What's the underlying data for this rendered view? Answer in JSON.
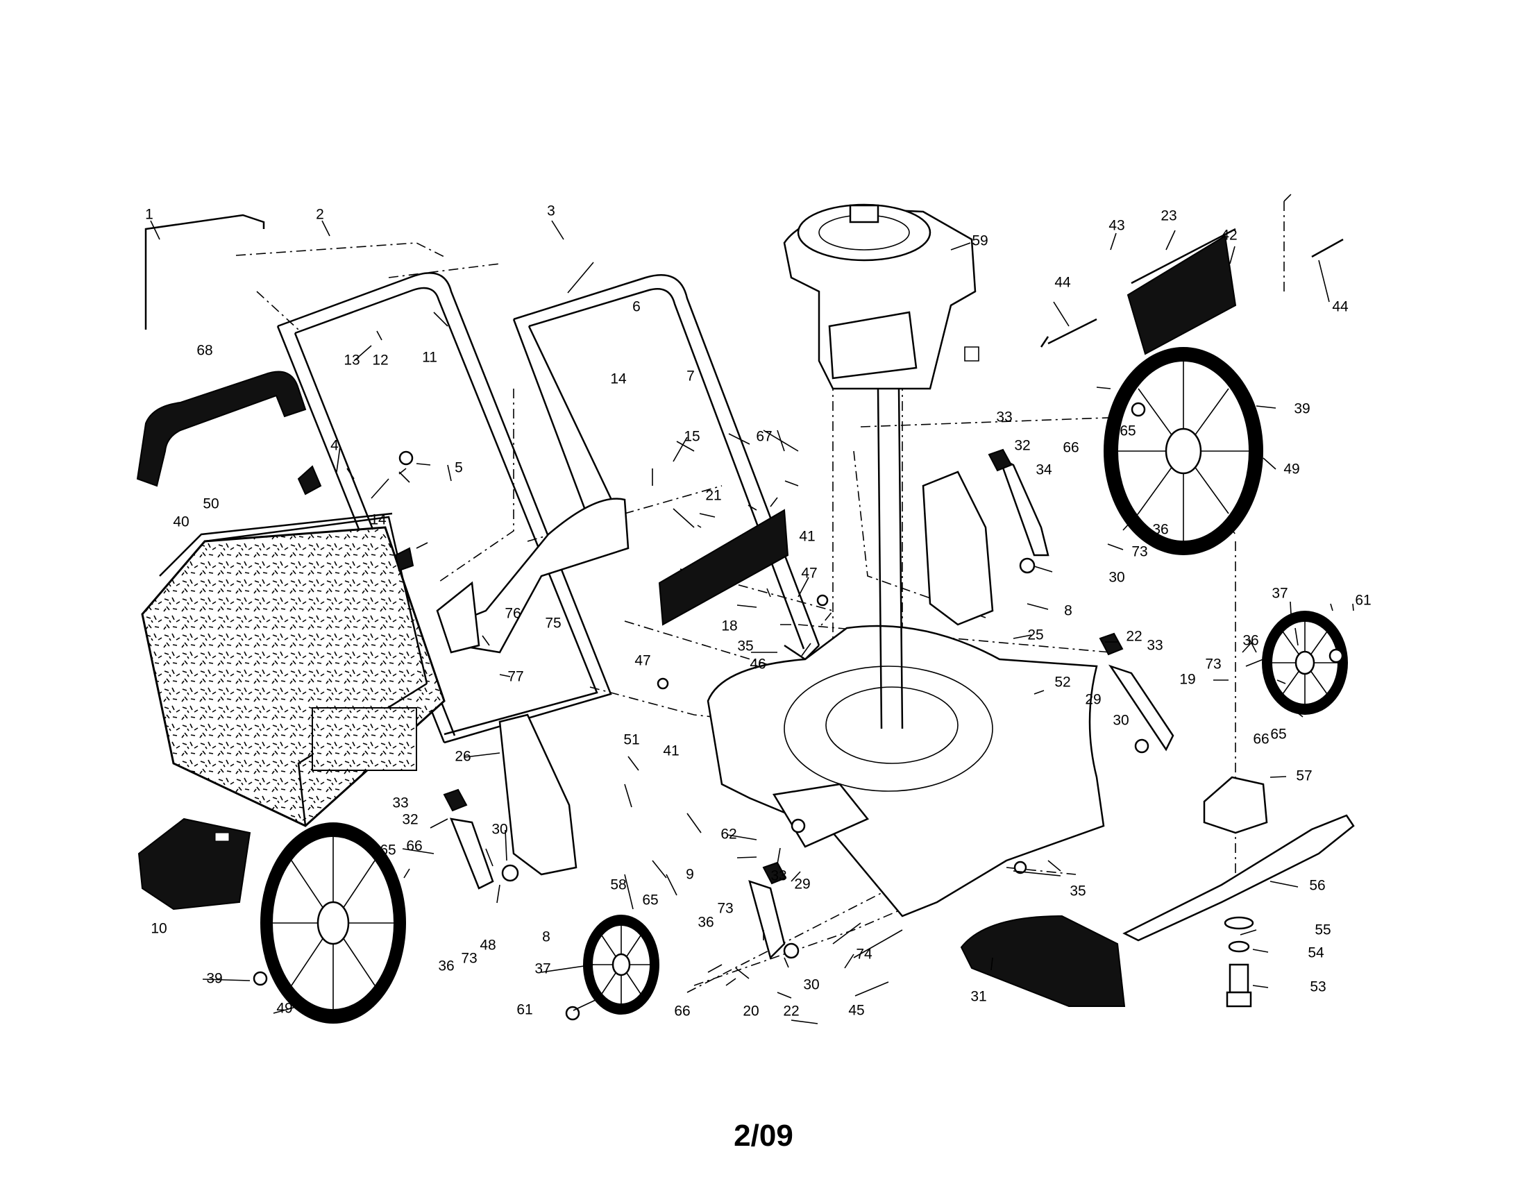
{
  "footer": {
    "date_code": "2/09"
  },
  "callouts": [
    {
      "id": "1",
      "text": "1"
    },
    {
      "id": "2",
      "text": "2"
    },
    {
      "id": "3",
      "text": "3"
    },
    {
      "id": "4",
      "text": "4"
    },
    {
      "id": "5",
      "text": "5"
    },
    {
      "id": "6",
      "text": "6"
    },
    {
      "id": "7",
      "text": "7"
    },
    {
      "id": "8a",
      "text": "8"
    },
    {
      "id": "8b",
      "text": "8"
    },
    {
      "id": "9",
      "text": "9"
    },
    {
      "id": "10",
      "text": "10"
    },
    {
      "id": "11",
      "text": "11"
    },
    {
      "id": "12",
      "text": "12"
    },
    {
      "id": "13",
      "text": "13"
    },
    {
      "id": "14a",
      "text": "14"
    },
    {
      "id": "14b",
      "text": "14"
    },
    {
      "id": "15",
      "text": "15"
    },
    {
      "id": "18",
      "text": "18"
    },
    {
      "id": "19",
      "text": "19"
    },
    {
      "id": "20",
      "text": "20"
    },
    {
      "id": "21",
      "text": "21"
    },
    {
      "id": "22a",
      "text": "22"
    },
    {
      "id": "22b",
      "text": "22"
    },
    {
      "id": "23",
      "text": "23"
    },
    {
      "id": "25",
      "text": "25"
    },
    {
      "id": "26",
      "text": "26"
    },
    {
      "id": "29a",
      "text": "29"
    },
    {
      "id": "29b",
      "text": "29"
    },
    {
      "id": "30a",
      "text": "30"
    },
    {
      "id": "30b",
      "text": "30"
    },
    {
      "id": "30c",
      "text": "30"
    },
    {
      "id": "30d",
      "text": "30"
    },
    {
      "id": "31",
      "text": "31"
    },
    {
      "id": "32a",
      "text": "32"
    },
    {
      "id": "32b",
      "text": "32"
    },
    {
      "id": "33a",
      "text": "33"
    },
    {
      "id": "33b",
      "text": "33"
    },
    {
      "id": "33c",
      "text": "33"
    },
    {
      "id": "33d",
      "text": "33"
    },
    {
      "id": "34",
      "text": "34"
    },
    {
      "id": "35a",
      "text": "35"
    },
    {
      "id": "35b",
      "text": "35"
    },
    {
      "id": "36a",
      "text": "36"
    },
    {
      "id": "36b",
      "text": "36"
    },
    {
      "id": "36c",
      "text": "36"
    },
    {
      "id": "36d",
      "text": "36"
    },
    {
      "id": "37a",
      "text": "37"
    },
    {
      "id": "37b",
      "text": "37"
    },
    {
      "id": "39a",
      "text": "39"
    },
    {
      "id": "39b",
      "text": "39"
    },
    {
      "id": "40",
      "text": "40"
    },
    {
      "id": "41a",
      "text": "41"
    },
    {
      "id": "41b",
      "text": "41"
    },
    {
      "id": "42",
      "text": "42"
    },
    {
      "id": "43",
      "text": "43"
    },
    {
      "id": "44a",
      "text": "44"
    },
    {
      "id": "44b",
      "text": "44"
    },
    {
      "id": "45",
      "text": "45"
    },
    {
      "id": "46",
      "text": "46"
    },
    {
      "id": "47a",
      "text": "47"
    },
    {
      "id": "47b",
      "text": "47"
    },
    {
      "id": "48",
      "text": "48"
    },
    {
      "id": "49a",
      "text": "49"
    },
    {
      "id": "49b",
      "text": "49"
    },
    {
      "id": "50",
      "text": "50"
    },
    {
      "id": "51",
      "text": "51"
    },
    {
      "id": "52",
      "text": "52"
    },
    {
      "id": "53",
      "text": "53"
    },
    {
      "id": "54",
      "text": "54"
    },
    {
      "id": "55",
      "text": "55"
    },
    {
      "id": "56",
      "text": "56"
    },
    {
      "id": "57",
      "text": "57"
    },
    {
      "id": "58",
      "text": "58"
    },
    {
      "id": "59",
      "text": "59"
    },
    {
      "id": "61a",
      "text": "61"
    },
    {
      "id": "61b",
      "text": "61"
    },
    {
      "id": "62",
      "text": "62"
    },
    {
      "id": "65a",
      "text": "65"
    },
    {
      "id": "65b",
      "text": "65"
    },
    {
      "id": "65c",
      "text": "65"
    },
    {
      "id": "65d",
      "text": "65"
    },
    {
      "id": "66a",
      "text": "66"
    },
    {
      "id": "66b",
      "text": "66"
    },
    {
      "id": "66c",
      "text": "66"
    },
    {
      "id": "66d",
      "text": "66"
    },
    {
      "id": "67",
      "text": "67"
    },
    {
      "id": "68",
      "text": "68"
    },
    {
      "id": "73a",
      "text": "73"
    },
    {
      "id": "73b",
      "text": "73"
    },
    {
      "id": "73c",
      "text": "73"
    },
    {
      "id": "73d",
      "text": "73"
    },
    {
      "id": "74",
      "text": "74"
    },
    {
      "id": "75",
      "text": "75"
    },
    {
      "id": "76",
      "text": "76"
    },
    {
      "id": "77",
      "text": "77"
    }
  ]
}
